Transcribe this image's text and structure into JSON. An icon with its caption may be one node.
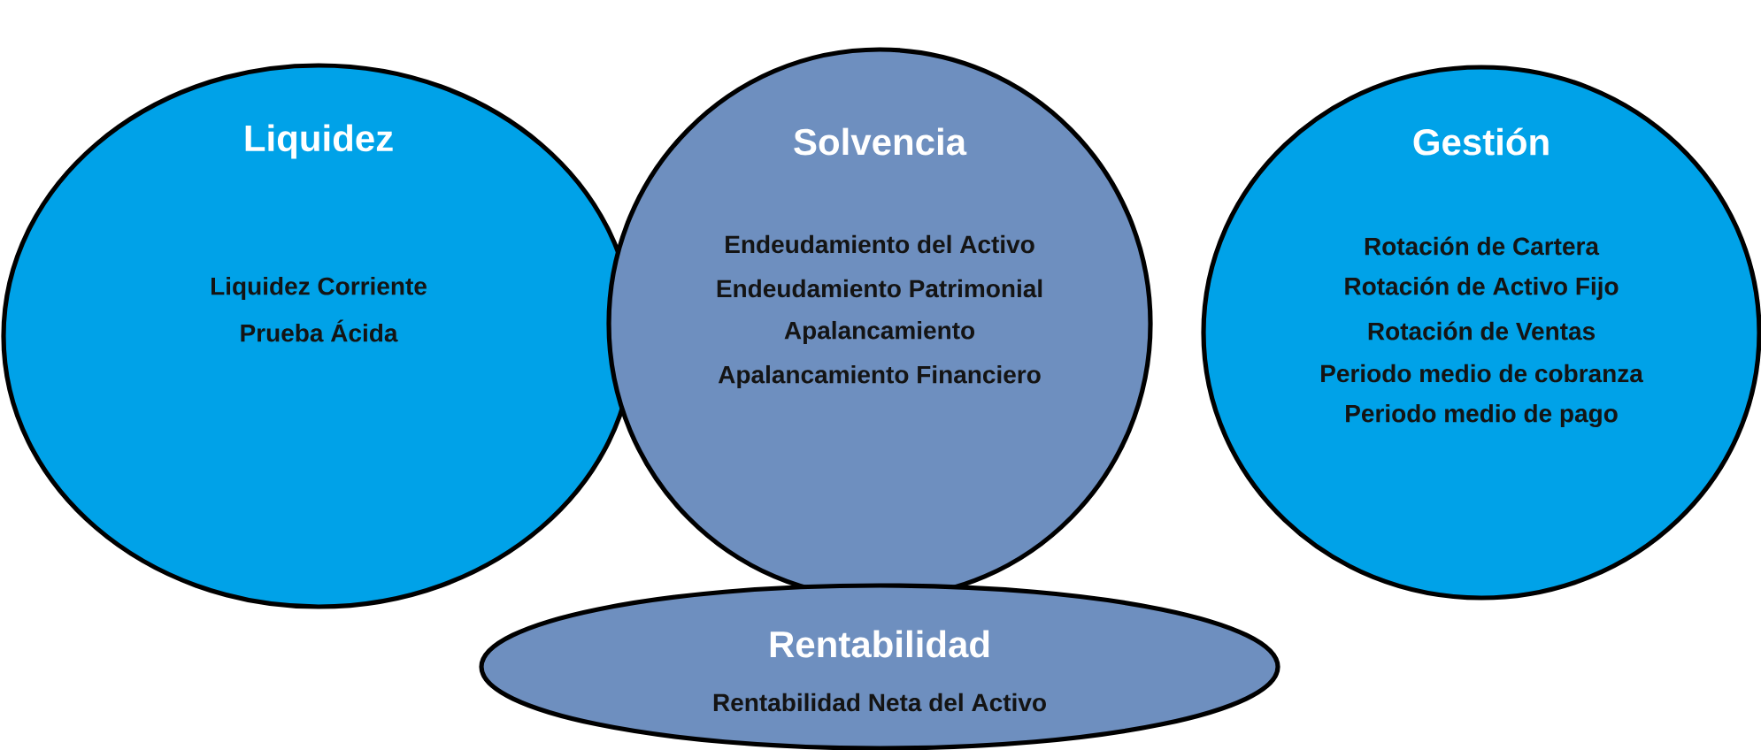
{
  "diagram": {
    "nodes": [
      {
        "text": [
          "Liquidez",
          "Liquidez Corriente",
          "Prueba Ácida"
        ]
      },
      {
        "text": [
          "Solvencia",
          "Endeudamiento del Activo",
          "Endeudamiento Patrimonial",
          "Apalancamiento",
          "Apalancamiento Financiero"
        ]
      },
      {
        "text": [
          "Gestión",
          "Rotación de Cartera",
          "Rotación de Activo Fijo",
          "Rotación de Ventas",
          "Periodo medio de cobranza",
          "Periodo medio de pago"
        ]
      },
      {
        "text": [
          "Rentabilidad",
          "Rentabilidad Neta del Activo"
        ]
      }
    ],
    "edges": []
  }
}
